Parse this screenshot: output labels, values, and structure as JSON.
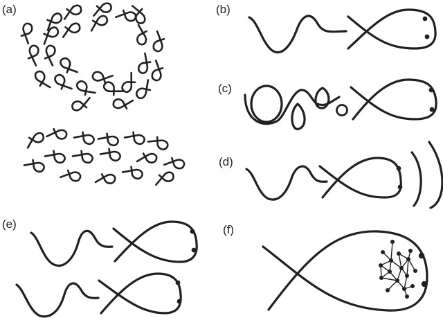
{
  "figure": {
    "panels": [
      {
        "id": "a",
        "label": "(a)",
        "description": "Many small ribbon/tadpole shapes: a ring arrangement above and a dispersed lattice below"
      },
      {
        "id": "b",
        "label": "(b)",
        "description": "Wavy tail next to a fish-shaped loop with two dots at its head"
      },
      {
        "id": "c",
        "label": "(c)",
        "description": "Tail curled into loops of decreasing size next to a fish-shaped loop with two dots"
      },
      {
        "id": "d",
        "label": "(d)",
        "description": "Wavy tail and fish-shaped loop with two dots, emitting two curved arcs to the right"
      },
      {
        "id": "e",
        "label": "(e)",
        "description": "Two stacked copies of wavy tail plus fish-shaped loop with two dots"
      },
      {
        "id": "f",
        "label": "(f)",
        "description": "Large fish-shaped loop with two dots at head and an internal branched network of nodes"
      }
    ]
  },
  "colors": {
    "ink": "#231f20",
    "background": "#ffffff"
  }
}
